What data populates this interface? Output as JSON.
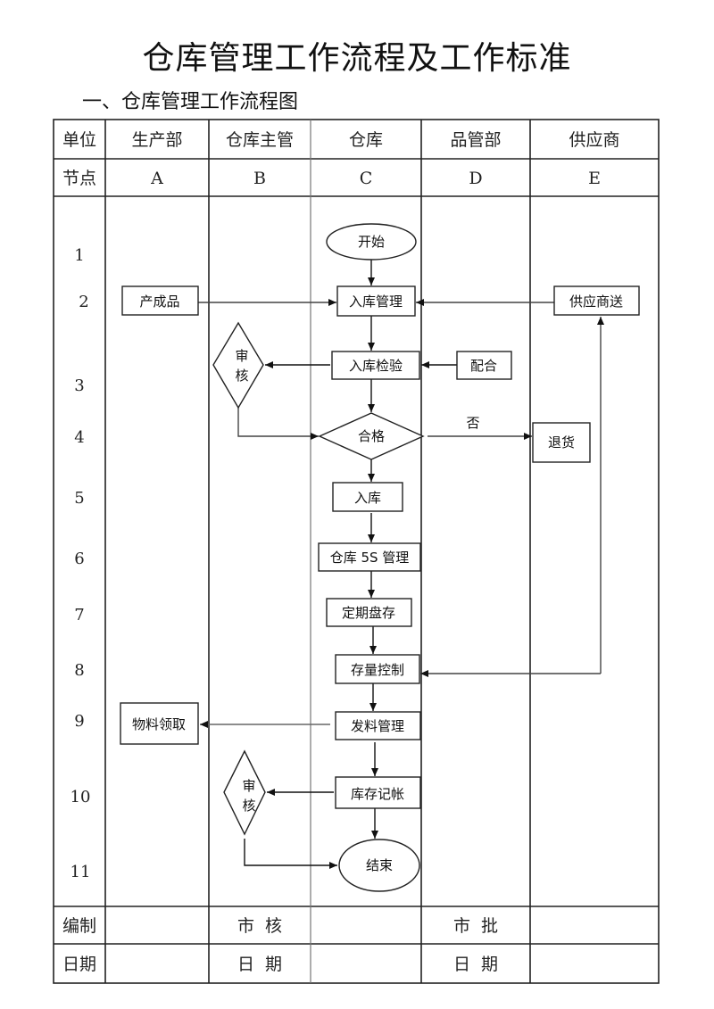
{
  "title": "仓库管理工作流程及工作标准",
  "subtitle": "一、仓库管理工作流程图",
  "table": {
    "unit_label": "单位",
    "node_label": "节点",
    "departments": [
      {
        "name": "生产部",
        "code": "A"
      },
      {
        "name": "仓库主管",
        "code": "B"
      },
      {
        "name": "仓库",
        "code": "C"
      },
      {
        "name": "品管部",
        "code": "D"
      },
      {
        "name": "供应商",
        "code": "E"
      }
    ],
    "rows": [
      "1",
      "2",
      "3",
      "4",
      "5",
      "6",
      "7",
      "8",
      "9",
      "10",
      "11"
    ]
  },
  "nodes": {
    "start": "开始",
    "finished_product": "产成品",
    "inbound_mgmt": "入库管理",
    "supplier_delivery": "供应商送",
    "review1_a": "审",
    "review1_b": "核",
    "inbound_inspection": "入库检验",
    "cooperate": "配合",
    "qualified": "合格",
    "no_label": "否",
    "return_goods": "退货",
    "warehousing": "入库",
    "mgmt_5s": "仓库 5S 管理",
    "periodic_count": "定期盘存",
    "stock_control": "存量控制",
    "material_pick": "物料领取",
    "issue_mgmt": "发料管理",
    "review2_a": "审",
    "review2_b": "核",
    "stock_ledger": "库存记帐",
    "end": "结束"
  },
  "footer": {
    "prepared_label": "编制",
    "date_label": "日期",
    "review_label": "市  核",
    "review_date_label": "日  期",
    "approve_label": "市  批",
    "approve_date_label": "日  期"
  }
}
